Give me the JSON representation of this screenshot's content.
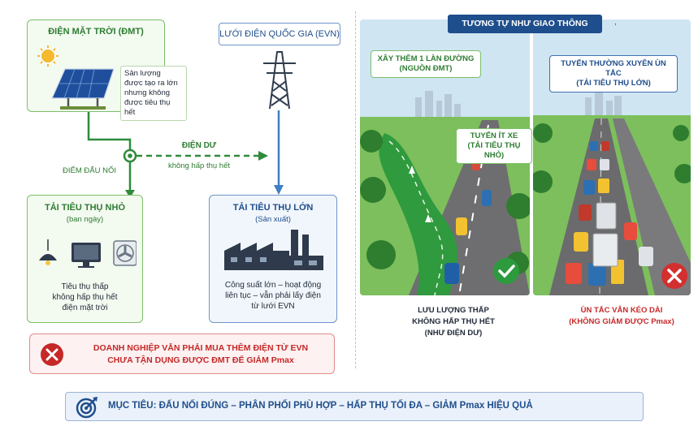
{
  "left": {
    "solar": {
      "title": "ĐIỆN MẶT TRỜI (ĐMT)",
      "note": [
        "Sản lượng",
        "được tạo ra lớn",
        "nhưng không",
        "được tiêu thụ hết"
      ]
    },
    "grid": {
      "title": "LƯỚI ĐIỆN QUỐC GIA (EVN)"
    },
    "connection_label": "ĐIỂM ĐẤU NỐI",
    "surplus": {
      "title": "ĐIỆN DƯ",
      "sub": "không hấp thụ hết"
    },
    "small_load": {
      "title": "TẢI TIÊU THỤ NHỎ",
      "sub": "(ban ngày)",
      "body": [
        "Tiêu thụ thấp",
        "không hấp thụ hết",
        "điện mặt trời"
      ]
    },
    "large_load": {
      "title": "TẢI TIÊU THỤ LỚN",
      "sub": "(Sản xuất)",
      "body": [
        "Công suất lớn – hoạt động",
        "liên tục – vẫn phải lấy điện",
        "từ lưới EVN"
      ]
    },
    "warning": {
      "line1": "DOANH NGHIỆP VẪN PHẢI MUA THÊM ĐIỆN TỪ EVN",
      "line2": "CHƯA TẬN DỤNG ĐƯỢC ĐMT ĐỂ GIẢM Pmax"
    }
  },
  "right": {
    "header": "TƯƠNG TỰ NHƯ GIAO THÔNG",
    "mark": ",",
    "new_lane": {
      "line1": "XÂY THÊM 1 LÀN ĐƯỜNG",
      "line2": "(NGUỒN ĐMT)"
    },
    "light_route": {
      "line1": "TUYẾN ÍT XE",
      "line2": "(TẢI TIÊU THỤ NHỎ)"
    },
    "jam_route": {
      "line1": "TUYẾN THƯỜNG XUYÊN ÙN TẮC",
      "line2": "(TẢI TIÊU THỤ LỚN)"
    },
    "caption_left": [
      "LƯU LƯỢNG THẤP",
      "KHÔNG HẤP THỤ HẾT",
      "(NHƯ ĐIỆN DƯ)"
    ],
    "caption_right": [
      "ÙN TẮC VẪN KÉO DÀI",
      "(KHÔNG GIẢM ĐƯỢC Pmax)"
    ]
  },
  "footer": {
    "text": "MỤC TIÊU: ĐẤU NỐI ĐÚNG – PHÂN PHỐI PHÙ HỢP – HẤP THỤ TỐI ĐA – GIẢM Pmax HIỆU QUẢ"
  },
  "colors": {
    "green": "#2e7d32",
    "blue": "#1f4e8c",
    "red": "#c62828",
    "line_green": "#2e8b3a",
    "line_blue": "#3f7fc4"
  }
}
